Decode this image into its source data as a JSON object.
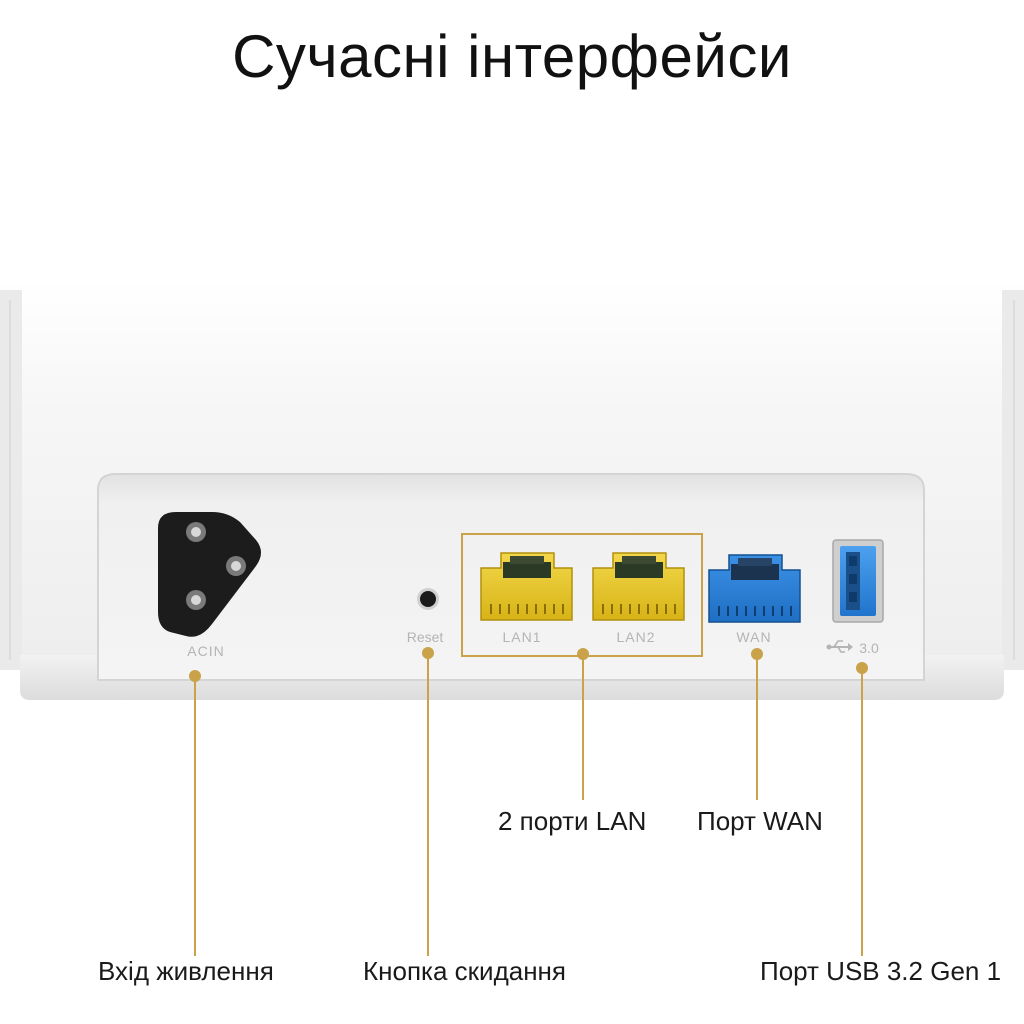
{
  "title": "Сучасні інтерфейси",
  "port_markings": {
    "acin": "ACIN",
    "reset": "Reset",
    "lan1": "LAN1",
    "lan2": "LAN2",
    "wan": "WAN",
    "usb": "3.0"
  },
  "callouts": {
    "lan": "2 порти LAN",
    "wan": "Порт WAN",
    "power": "Вхід живлення",
    "reset": "Кнопка скидання",
    "usb": "Порт USB 3.2 Gen 1"
  },
  "colors": {
    "lan_port": "#e8c81e",
    "wan_port": "#2b7fd6",
    "usb_port": "#2f86d8",
    "callout_line": "#c9a24a",
    "device_body": "#f3f3f3"
  },
  "icons": {
    "usb": "usb-trident-icon"
  }
}
